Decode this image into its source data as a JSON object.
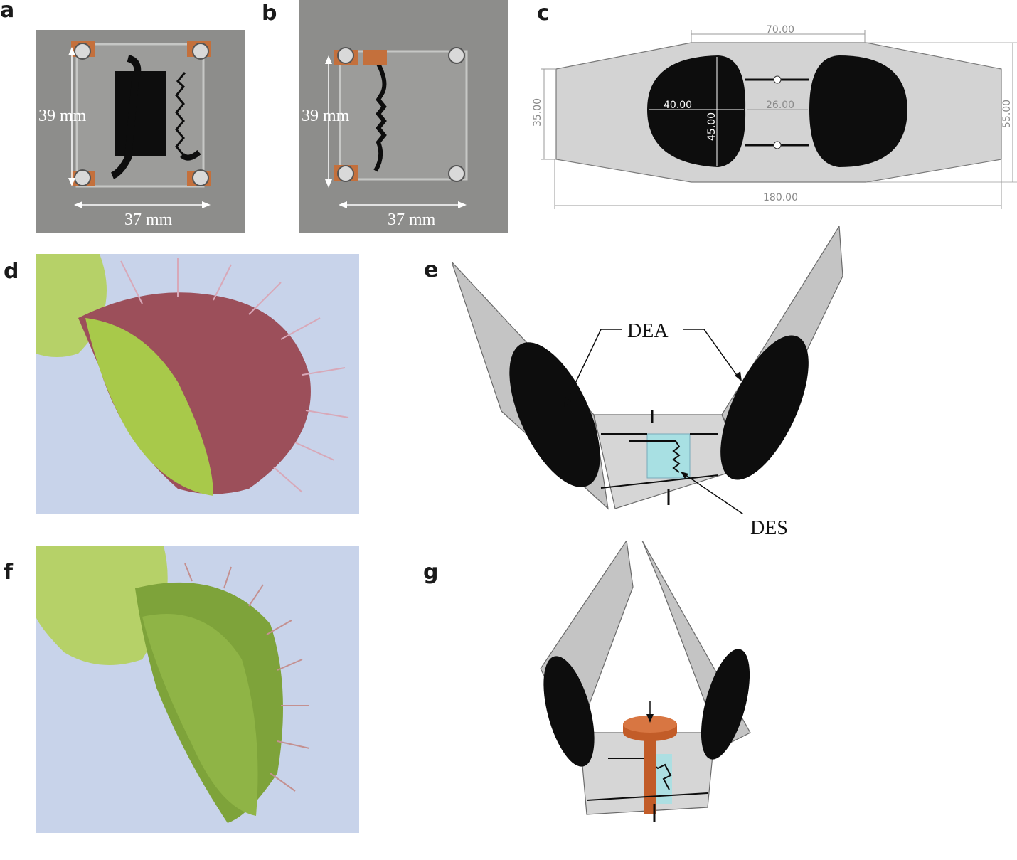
{
  "panels": {
    "a": {
      "label": "a",
      "height_dim": "39 mm",
      "width_dim": "37 mm"
    },
    "b": {
      "label": "b",
      "height_dim": "39 mm",
      "width_dim": "37 mm"
    },
    "c": {
      "label": "c",
      "dims": {
        "top": "70.00",
        "left_width": "40.00",
        "gap": "26.00",
        "height": "45.00",
        "left_side": "35.00",
        "right_side": "55.00",
        "total": "180.00"
      }
    },
    "d": {
      "label": "d"
    },
    "e": {
      "label": "e",
      "dea": "DEA",
      "des": "DES"
    },
    "f": {
      "label": "f"
    },
    "g": {
      "label": "g"
    }
  },
  "colors": {
    "photo_bg": "#8d8d8b",
    "electrode": "#0d0d0d",
    "copper": "#c4703c",
    "cad_fill": "#d3d3d3",
    "sensor": "#a8e0e3",
    "plant_green": "#a8c94a",
    "plant_red": "#9c4f5a",
    "sky": "#c8d3ea"
  }
}
